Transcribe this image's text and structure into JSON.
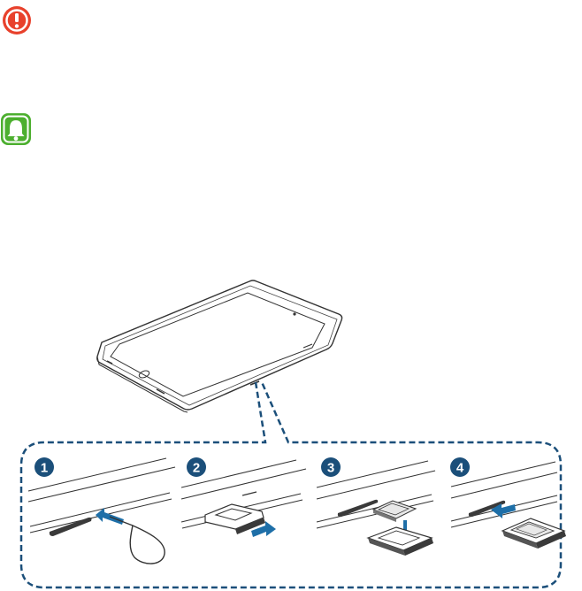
{
  "icons": {
    "warning": "warning-icon",
    "note": "notice-bell-icon"
  },
  "colors": {
    "warning": "#e8412c",
    "note": "#4caf2f",
    "accent": "#1b4f7a",
    "arrow": "#1e6fa8",
    "line": "#333333"
  },
  "steps": [
    {
      "number": "1"
    },
    {
      "number": "2"
    },
    {
      "number": "3"
    },
    {
      "number": "4"
    }
  ]
}
